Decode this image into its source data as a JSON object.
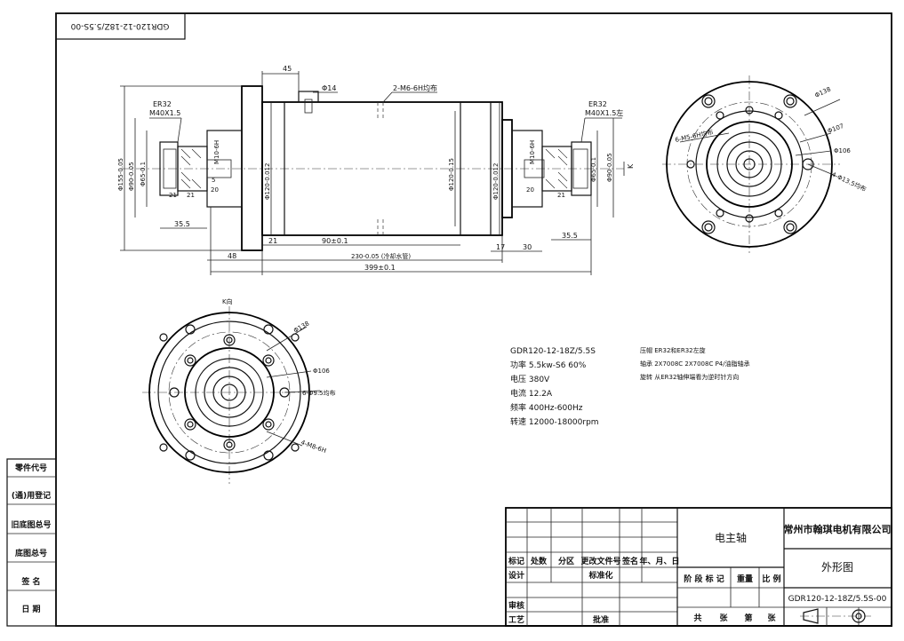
{
  "drawing_no_rotated": "GDR120-12-18Z/5.5S-00",
  "front_view": {
    "dims_top": {
      "d45": "45",
      "d14": "Φ14",
      "m6": "2-M6-6H均布"
    },
    "left_label": {
      "er": "ER32",
      "thread": "M40X1.5"
    },
    "right_label": {
      "er": "ER32",
      "thread": "M40X1.5左"
    },
    "diam_left": {
      "d155": "Φ155-0.05",
      "d90": "Φ90-0.05",
      "d65": "Φ65-0.1",
      "m10": "M10-6H",
      "d120": "Φ120-0.012"
    },
    "diam_mid": {
      "d120_core": "Φ120-0.15"
    },
    "diam_right": {
      "d120": "Φ120-0.012",
      "m10": "M10-6H",
      "d65": "Φ65-0.1",
      "d90": "Φ90-0.05",
      "k": "K"
    },
    "small_dims": {
      "d21a": "21",
      "d5": "5",
      "d20a": "20",
      "d21b": "21",
      "d20b": "20",
      "d21c": "21"
    },
    "bottom_dims": {
      "d35_left": "35.5",
      "d21": "21",
      "d90": "90±0.1",
      "d17": "17",
      "d30": "30",
      "d35_right": "35.5",
      "d48": "48",
      "d230": "230-0.05 (冷却水管)",
      "d399": "399±0.1"
    }
  },
  "end_view_right": {
    "m6": "6-M5-6H均布",
    "d138": "Φ138",
    "d107": "Φ107",
    "d106": "Φ106",
    "d135": "4-Φ13.5均布"
  },
  "end_view_left": {
    "k": "K向",
    "d138": "Φ138",
    "d106": "Φ106",
    "d95": "6-Φ9.5均布",
    "m8": "4-M8-6H"
  },
  "specs": {
    "model": "GDR120-12-18Z/5.5S",
    "power": "功率  5.5kw-S6 60%",
    "voltage": "电压  380V",
    "current": "电流  12.2A",
    "frequency": "频率  400Hz-600Hz",
    "speed": "转速  12000-18000rpm",
    "collet": "压帽  ER32和ER32左旋",
    "bearing": "轴承  2X7008C  2X7008C P4/油脂轴承",
    "rotation": "旋转  从ER32轴伸端看为逆时针方向"
  },
  "left_column": [
    "零件代号",
    "(通)用登记",
    "旧底图总号",
    "底图总号",
    "签 名",
    "日 期"
  ],
  "title_block": {
    "product": "电主轴",
    "company": "常州市翰琪电机有限公司",
    "drawing_title": "外形图",
    "drawing_no": "GDR120-12-18Z/5.5S-00",
    "rev_headers": [
      "标记",
      "处数",
      "分区",
      "更改文件号",
      "签名",
      "年、月、日"
    ],
    "design": "设计",
    "standard": "标准化",
    "review": "审核",
    "process": "工艺",
    "approve": "批准",
    "stage": "阶 段 标 记",
    "weight": "重量",
    "scale": "比 例",
    "total": "共",
    "sheets": "张",
    "sheet_no": "第",
    "sheets2": "张"
  }
}
